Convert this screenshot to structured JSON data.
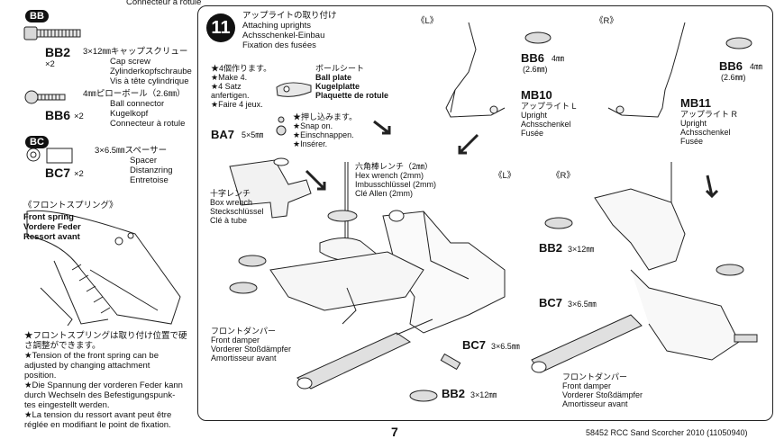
{
  "top_clip": "Connecteur à rotule",
  "parts": {
    "bb": {
      "badge": "BB",
      "bb2": {
        "code": "BB2",
        "qty": "×2",
        "ja": "3×12㎜キャップスクリュー",
        "en": "Cap screw",
        "de": "Zylinderkopfschraube",
        "fr": "Vis à tête cylindrique"
      },
      "bb6": {
        "code": "BB6",
        "qty": "×2",
        "ja": "4㎜ピローボール（2.6㎜）",
        "en": "Ball connector",
        "de": "Kugelkopf",
        "fr": "Connecteur à rotule"
      }
    },
    "bc": {
      "badge": "BC",
      "bc7": {
        "code": "BC7",
        "qty": "×2",
        "ja": "3×6.5㎜スペーサー",
        "en": "Spacer",
        "de": "Distanzring",
        "fr": "Entretoise"
      }
    }
  },
  "front_spring": {
    "ja": "《フロントスプリング》",
    "en": "Front spring",
    "de": "Vordere Feder",
    "fr": "Ressort avant"
  },
  "notes": {
    "ja": [
      "★フロントスプリングは取り付け位置で硬",
      "さ調整ができます。"
    ],
    "en": [
      "★Tension of the front spring can be",
      "adjusted by changing attachment",
      "position."
    ],
    "de": [
      "★Die Spannung der vorderen Feder kann",
      "durch Wechseln des Befestigungspunk-",
      "tes eingestellt werden."
    ],
    "fr": [
      "★La tension du ressort avant peut être",
      "réglée en modifiant le point de fixation."
    ]
  },
  "step": {
    "number": "11",
    "title_ja": "アップライトの取り付け",
    "title_en": "Attaching uprights",
    "title_de": "Achsschenkel-Einbau",
    "title_fr": "Fixation des fusées"
  },
  "make4": {
    "ja": "★4個作ります。",
    "en": "★Make 4.",
    "de1": "★4 Satz",
    "de2": "anfertigen.",
    "fr": "★Faire 4 jeux."
  },
  "ball_plate": {
    "ja": "ボールシート",
    "en": "Ball plate",
    "de": "Kugelplatte",
    "fr": "Plaquette de rotule"
  },
  "snap_on": {
    "ja": "★押し込みます。",
    "en": "★Snap on.",
    "de": "★Einschnappen.",
    "fr": "★Insérer."
  },
  "ba7": {
    "code": "BA7",
    "size": "5×5㎜"
  },
  "box_wrench": {
    "ja": "十字レンチ",
    "en": "Box wrench",
    "de": "Steckschlüssel",
    "fr": "Clé à tube"
  },
  "hex_wrench": {
    "ja": "六角棒レンチ（2㎜）",
    "en": "Hex wrench (2mm)",
    "de": "Imbusschlüssel (2mm)",
    "fr": "Clé Allen (2mm)"
  },
  "left_mark": "《L》",
  "right_mark": "《R》",
  "bb6_label": {
    "code": "BB6",
    "size": "4㎜",
    "sub": "(2.6㎜)"
  },
  "mb10": {
    "code": "MB10",
    "ja": "アップライト L",
    "en": "Upright",
    "de": "Achsschenkel",
    "fr": "Fusée"
  },
  "mb11": {
    "code": "MB11",
    "ja": "アップライト R",
    "en": "Upright",
    "de": "Achsschenkel",
    "fr": "Fusée"
  },
  "bb2_label": {
    "code": "BB2",
    "size": "3×12㎜"
  },
  "bc7_label": {
    "code": "BC7",
    "size": "3×6.5㎜"
  },
  "damper": {
    "ja": "フロントダンパー",
    "en": "Front damper",
    "de": "Vorderer Stoßdämpfer",
    "fr": "Amortisseur avant"
  },
  "page_number": "7",
  "footer": "58452 RCC Sand Scorcher 2010 (11050940)"
}
